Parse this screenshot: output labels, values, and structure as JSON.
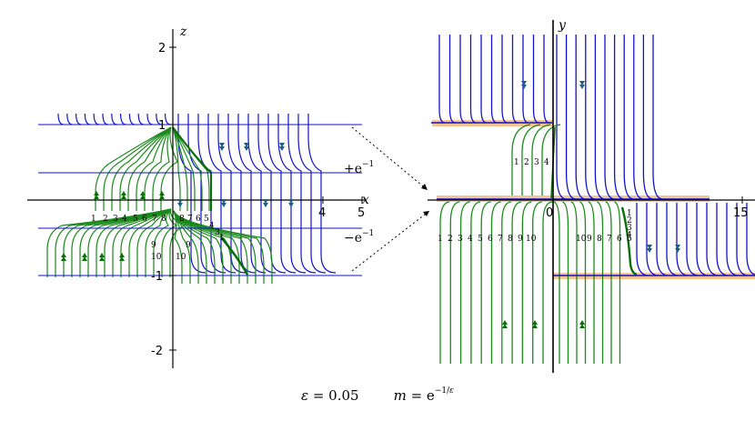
{
  "colors": {
    "green": "#1a8a1a",
    "blue": "#1212cc",
    "darkgreen": "#0b6e0b",
    "teal": "#16618a",
    "orange": "#f3b26a"
  },
  "left_panel": {
    "z_label": "z",
    "x_label": "x",
    "y_ticks": [
      "2",
      "1",
      "-1",
      "-2"
    ],
    "x_ticks": [
      "4",
      "5"
    ],
    "plus_label": "+e",
    "plus_exp": "−1",
    "minus_label": "−e",
    "minus_exp": "−1",
    "left_numbers": [
      "1",
      "2",
      "3",
      "4",
      "5",
      "6",
      "7",
      "8"
    ],
    "right_numbers": [
      "8",
      "7",
      "6",
      "5",
      "4",
      "3",
      "1"
    ],
    "lower_numbers_a": [
      "9",
      "10"
    ],
    "lower_numbers_b": [
      "9",
      "10"
    ]
  },
  "right_panel": {
    "y_label": "y",
    "x_ticks": [
      "0",
      "15"
    ],
    "upper_numbers": [
      "1",
      "2",
      "3",
      "4"
    ],
    "left_numbers": [
      "1",
      "2",
      "3",
      "4",
      "5",
      "6",
      "7",
      "8",
      "9",
      "10"
    ],
    "right_numbers": [
      "10",
      "9",
      "8",
      "7",
      "6",
      "5"
    ],
    "stack_numbers": [
      "1",
      "2",
      "3",
      "4"
    ]
  },
  "caption": {
    "eps": "ε",
    "eps_value": " = 0.05",
    "m": "m",
    "m_eq": " = e",
    "m_exp_num": "1",
    "m_exp_den": "ε"
  },
  "icons": {
    "arrow-up": "double arrow up",
    "arrow-down": "double arrow down"
  }
}
